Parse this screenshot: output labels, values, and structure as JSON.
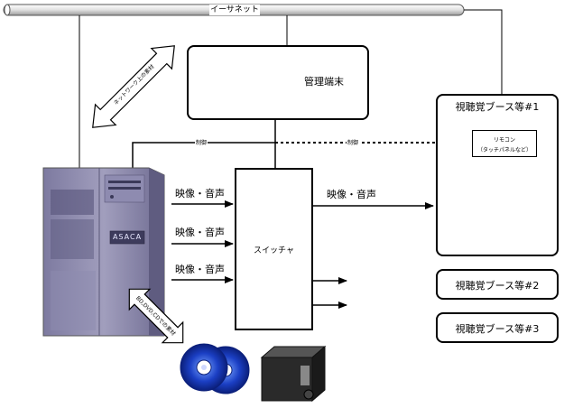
{
  "ethernet": {
    "label": "イーサネット"
  },
  "network_arrow": {
    "label": "ネットワーク上の素材"
  },
  "terminal": {
    "label": "管理端末"
  },
  "control": {
    "left_label": "制御",
    "right_label": "制御"
  },
  "switcher": {
    "label": "スイッチャ"
  },
  "inputs": {
    "labels": [
      "映像・音声",
      "映像・音声",
      "映像・音声"
    ]
  },
  "output": {
    "label": "映像・音声"
  },
  "booths": [
    {
      "title": "視聴覚ブース等#1",
      "remote_line1": "リモコン",
      "remote_line2": "（タッチパネルなど）"
    },
    {
      "title": "視聴覚ブース等#2"
    },
    {
      "title": "視聴覚ブース等#3"
    }
  ],
  "server": {
    "logo": "ASACA"
  },
  "disc_arrow": {
    "label": "BD,DVD,CDでの素材"
  },
  "colors": {
    "server": "#8a86a8",
    "tv_screen": "#1e7fd0",
    "monitor_screen": "#3aa0e0"
  }
}
